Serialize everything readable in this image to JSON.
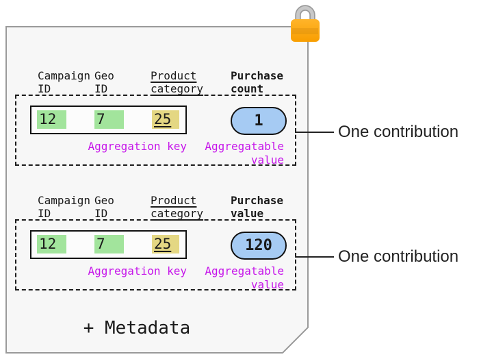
{
  "colors": {
    "key_cell_green": "#a2e49c",
    "key_cell_yellow": "#e4d783",
    "value_pill_blue": "#a6cbf3",
    "label_magenta": "#c616ea",
    "lock_body_light": "#ffb42a",
    "lock_body_dark": "#f89e00",
    "lock_shackle_gray": "#c8c8c8",
    "document_fill": "#f7f7f7",
    "document_border": "#9a9a9a"
  },
  "metadata_label": "+ Metadata",
  "sections": [
    {
      "headers": [
        {
          "line1": "Campaign",
          "line2": "ID"
        },
        {
          "line1": "Geo",
          "line2": "ID"
        },
        {
          "line1": "Product",
          "line2": "category"
        },
        {
          "line1": "Purchase",
          "line2": "count"
        }
      ],
      "key_cells": [
        {
          "value": "12"
        },
        {
          "value": "7"
        },
        {
          "value": "25"
        }
      ],
      "value": "1",
      "key_label": "Aggregation key",
      "value_label_line1": "Aggregatable",
      "value_label_line2": "value",
      "annotation": "One contribution"
    },
    {
      "headers": [
        {
          "line1": "Campaign",
          "line2": "ID"
        },
        {
          "line1": "Geo",
          "line2": "ID"
        },
        {
          "line1": "Product",
          "line2": "category"
        },
        {
          "line1": "Purchase",
          "line2": "value"
        }
      ],
      "key_cells": [
        {
          "value": "12"
        },
        {
          "value": "7"
        },
        {
          "value": "25"
        }
      ],
      "value": "120",
      "key_label": "Aggregation key",
      "value_label_line1": "Aggregatable",
      "value_label_line2": "value",
      "annotation": "One contribution"
    }
  ]
}
